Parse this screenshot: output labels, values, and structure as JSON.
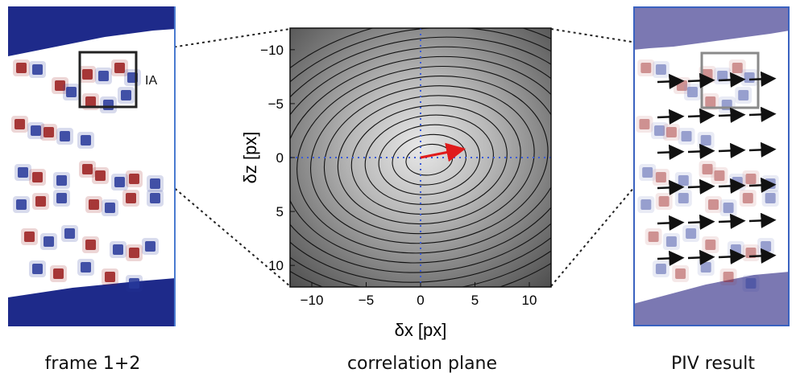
{
  "figure": {
    "left_panel": {
      "caption": "frame 1+2",
      "ia_label": "IA",
      "colors": {
        "wall": "#1e2a8a",
        "red_particle": "#9a1b1b",
        "blue_particle": "#27389a"
      }
    },
    "center_panel": {
      "caption": "correlation plane",
      "xlabel": "δx [px]",
      "ylabel": "δz [px]",
      "x_ticks": [
        "−10",
        "−5",
        "0",
        "5",
        "10"
      ],
      "y_ticks": [
        "−10",
        "−5",
        "0",
        "5",
        "10"
      ],
      "xlim": [
        -12,
        12
      ],
      "ylim": [
        -12,
        12
      ],
      "peak_vector": {
        "dx": 3.5,
        "dz": -0.7
      },
      "colors": {
        "arrow": "#e01b1b",
        "dotted_axes": "#3a5bd8"
      }
    },
    "right_panel": {
      "caption": "PIV result",
      "colors": {
        "wall": "#7b78b2",
        "arrow": "#111111",
        "ia_box": "#8a8a8a"
      }
    }
  }
}
